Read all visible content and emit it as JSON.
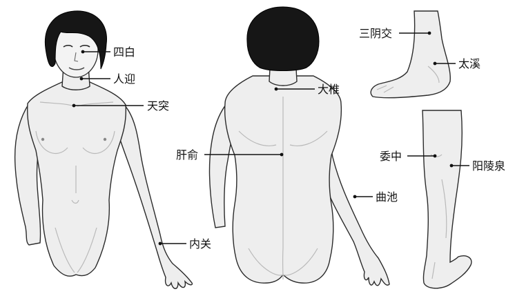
{
  "labels": {
    "sibai": "四白",
    "renying": "人迎",
    "tiantu": "天突",
    "neiguan": "内关",
    "dazhui": "大椎",
    "ganshu": "肝俞",
    "quchi": "曲池",
    "sanyinjiao": "三阴交",
    "taixi": "太溪",
    "weizhong": "委中",
    "yanglingquan": "阳陵泉"
  }
}
